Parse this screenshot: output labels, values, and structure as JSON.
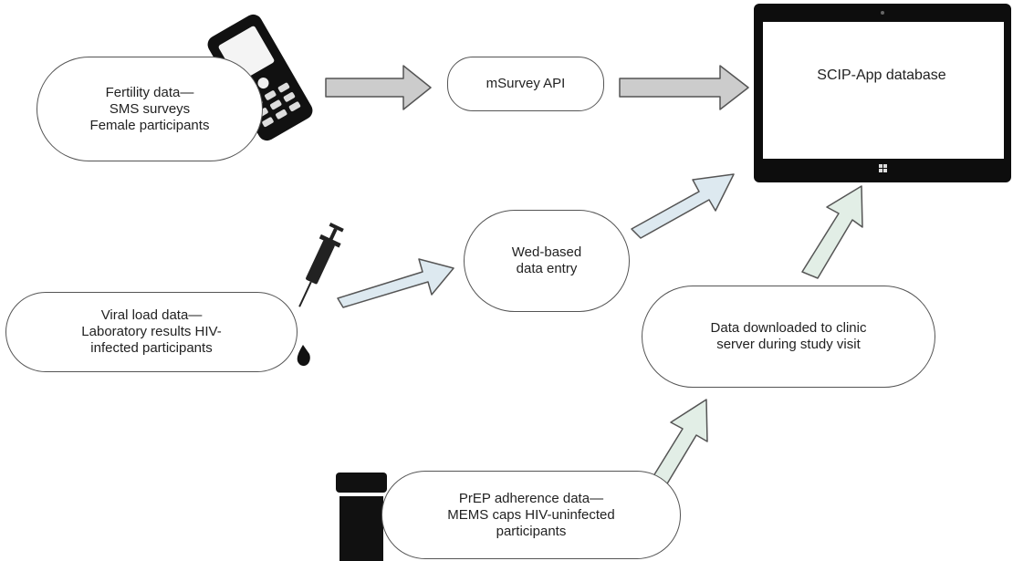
{
  "nodes": {
    "fertility": {
      "label": "Fertility data—\nSMS surveys\nFemale participants"
    },
    "msurvey": {
      "label": "mSurvey API"
    },
    "database": {
      "label": "SCIP-App database"
    },
    "webentry": {
      "label": "Wed-based\ndata entry"
    },
    "viral": {
      "label": "Viral load data—\nLaboratory results HIV-\ninfected participants"
    },
    "download": {
      "label": "Data downloaded to clinic\nserver during study visit"
    },
    "prep": {
      "label": "PrEP adherence data—\nMEMS caps HIV-uninfected\nparticipants"
    }
  },
  "icons": [
    "mobile-phone-icon",
    "syringe-icon",
    "pill-bottle-icon",
    "tablet-icon"
  ],
  "colors": {
    "arrow_gray": "#cccccc",
    "arrow_blue": "#dde9f0",
    "arrow_green": "#e2eee6",
    "outline": "#555555",
    "device": "#111111"
  }
}
